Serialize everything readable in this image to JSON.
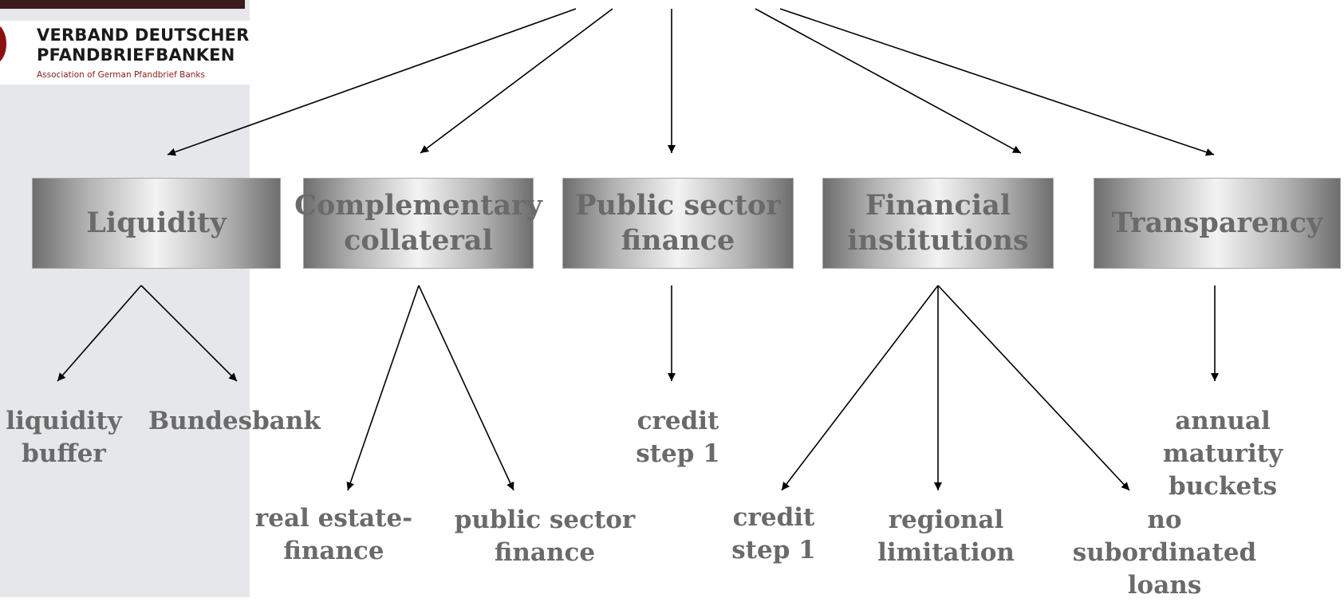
{
  "logo": {
    "line1": "VERBAND DEUTSCHER",
    "line2": "PFANDBRIEFBANKEN",
    "line3": "Association of German Pfandbrief Banks"
  },
  "categories": {
    "liquidity": "Liquidity",
    "complementary": "Complementary\ncollateral",
    "public_sector": "Public sector\nfinance",
    "financial": "Financial\ninstitutions",
    "transparency": "Transparency"
  },
  "leaves": {
    "liquidity_buffer": "liquidity\nbuffer",
    "bundesbank": "Bundesbank",
    "real_estate": "real estate-\nfinance",
    "public_sector_finance": "public sector\nfinance",
    "credit_step_public": "credit\nstep  1",
    "credit_step_financial": "credit\nstep  1",
    "regional_limitation": "regional\nlimitation",
    "no_subordinated_loans": "no\nsubordinated\nloans",
    "annual_maturity_buckets": "annual maturity\nbuckets"
  },
  "colors": {
    "sidebar": "#e5e7ea",
    "text": "#6a6a6a",
    "logo_red": "#8b1010"
  }
}
